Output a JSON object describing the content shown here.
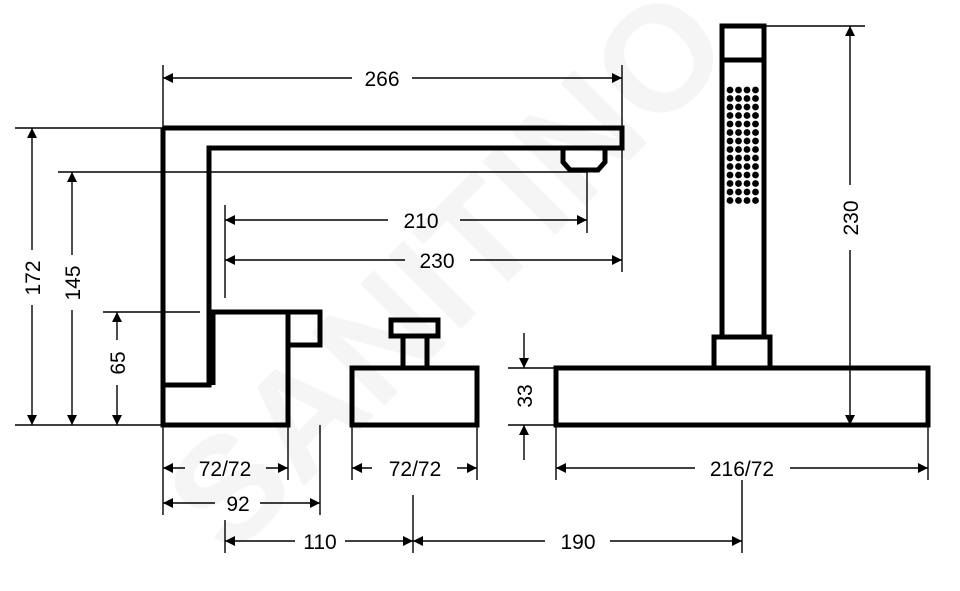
{
  "diagram": {
    "watermark": "SANITINO",
    "colors": {
      "line": "#000000",
      "background": "#ffffff"
    },
    "dimensions": {
      "spout_length_total": "266",
      "spout_to_aerator": "210",
      "spout_reach": "230",
      "spout_height_total": "172",
      "aerator_height": "145",
      "mixer_body_height": "65",
      "base_height": "33",
      "hand_shower_height": "230",
      "mixer_base_width": "72/72",
      "valve_base_width": "72/72",
      "shower_base_width": "216/72",
      "mixer_total_width": "92",
      "spacing_mixer_valve": "110",
      "spacing_valve_shower": "190"
    }
  }
}
